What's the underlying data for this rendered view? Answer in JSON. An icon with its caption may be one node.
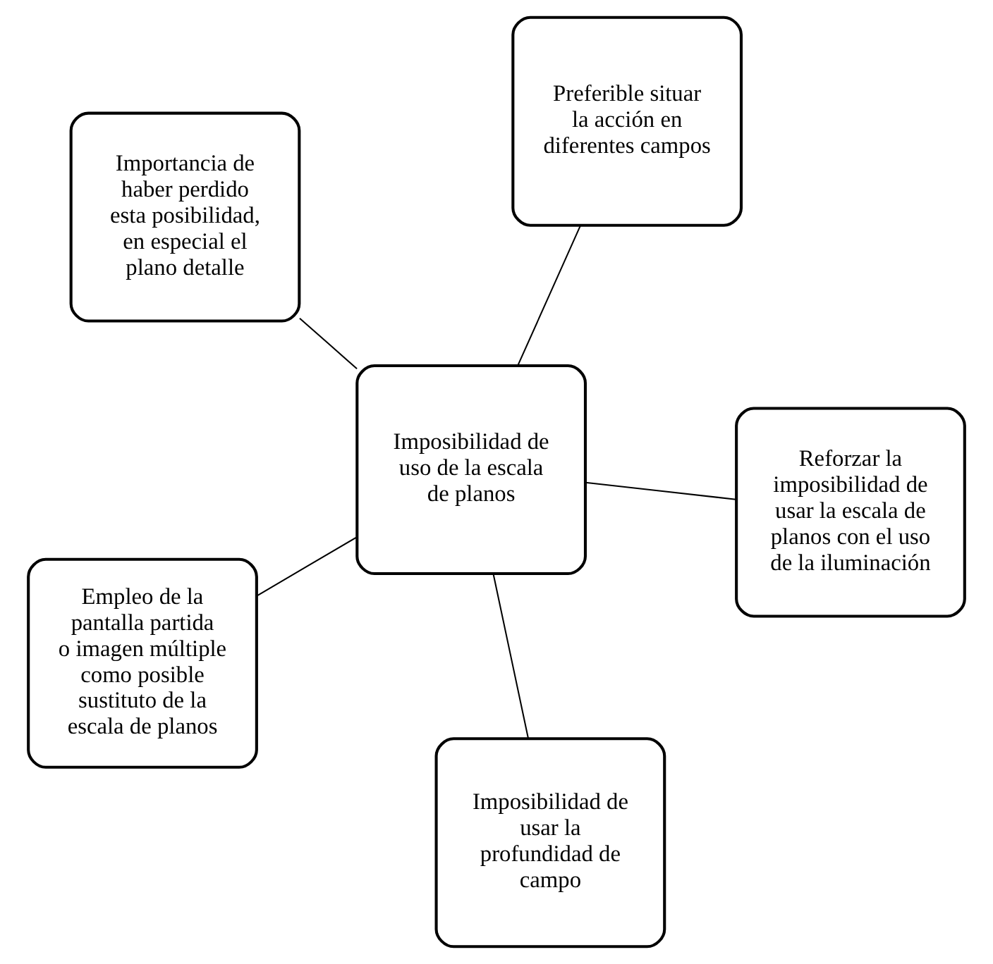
{
  "diagram": {
    "nodes": [
      {
        "text": [
          "Importancia de haber perdido esta posibilidad, en especial el plano detalle"
        ]
      },
      {
        "text": [
          "Reforzar la imposibilidad de usar la escala de planos con el uso de la iluminación"
        ]
      },
      {
        "text": [
          "Imposibilidad de usar la profundidad de campo"
        ]
      },
      {
        "text": [
          "Imposibilidad de uso de la escala de planos"
        ]
      },
      {
        "text": [
          "Preferible situar la acción en diferentes campos"
        ]
      },
      {
        "text": [
          "Empleo de la pantalla partida o imagen múltiple como posible sustituto de la escala de planos"
        ]
      }
    ],
    "edges": [
      {
        "from": 3,
        "to": 0,
        "arrow": "none"
      },
      {
        "from": 3,
        "to": 1,
        "arrow": "none"
      },
      {
        "from": 3,
        "to": 2,
        "arrow": "none"
      },
      {
        "from": 3,
        "to": 4,
        "arrow": "none"
      },
      {
        "from": 3,
        "to": 5,
        "arrow": "none"
      }
    ]
  }
}
